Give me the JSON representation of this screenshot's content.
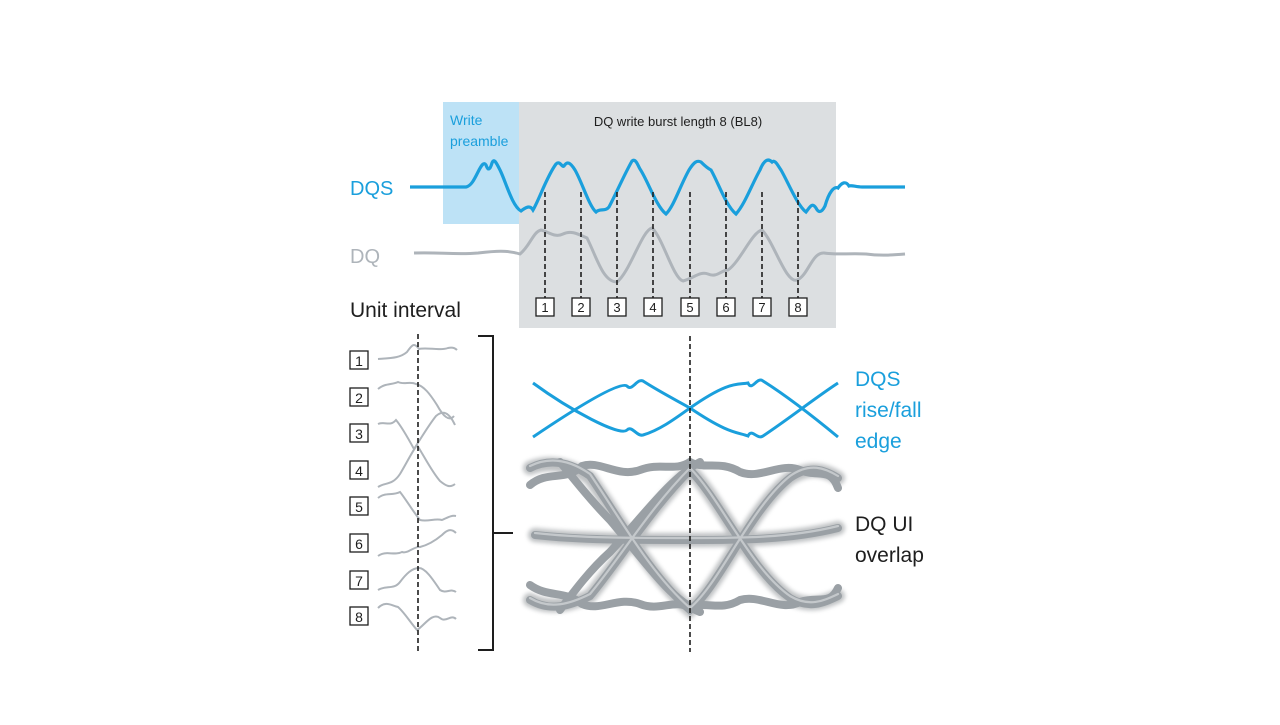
{
  "colors": {
    "dqs": "#1a9fdc",
    "dq": "#aeb4ba",
    "dq_eye": "#9aa0a5",
    "burst_bg": "#dcdfe1",
    "preamble_bg": "#bde2f6",
    "text_dark": "#1e1e1e"
  },
  "header": {
    "preamble_line1": "Write",
    "preamble_line2": "preamble",
    "burst_title": "DQ write burst length 8 (BL8)"
  },
  "signals": {
    "dqs_label": "DQS",
    "dq_label": "DQ"
  },
  "bits": [
    "1",
    "2",
    "3",
    "4",
    "5",
    "6",
    "7",
    "8"
  ],
  "unit_interval": {
    "label": "Unit interval"
  },
  "legend": {
    "dqs_edge_line1": "DQS",
    "dqs_edge_line2": "rise/fall",
    "dqs_edge_line3": "edge",
    "dq_overlap_line1": "DQ UI",
    "dq_overlap_line2": "overlap"
  }
}
